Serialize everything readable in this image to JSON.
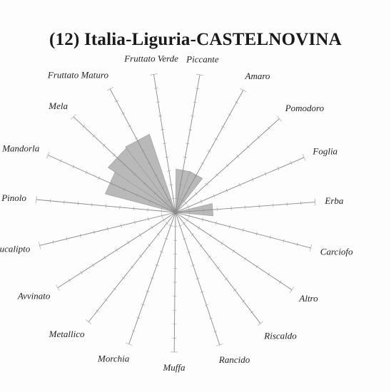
{
  "title": "(12) Italia-Liguria-CASTELNOVINA",
  "chart_data": {
    "type": "radar",
    "title": "(12) Italia-Liguria-CASTELNOVINA",
    "scale": [
      0,
      10
    ],
    "grid": false,
    "axes": [
      "Piccante",
      "Amaro",
      "Pomodoro",
      "Foglia",
      "Erba",
      "Carciofo",
      "Altro",
      "Riscaldo",
      "Rancido",
      "Muffa",
      "Morchia",
      "Metallico",
      "Avvinato",
      "Eucalipto",
      "Pinolo",
      "Mandorla",
      "Mela",
      "Fruttato Maturo",
      "Fruttato Verde"
    ],
    "values": [
      3.1,
      3.1,
      0,
      0,
      2.7,
      0,
      0,
      0,
      0,
      0,
      0,
      0,
      0,
      0,
      0,
      5.2,
      5.8,
      5.9,
      0
    ]
  }
}
